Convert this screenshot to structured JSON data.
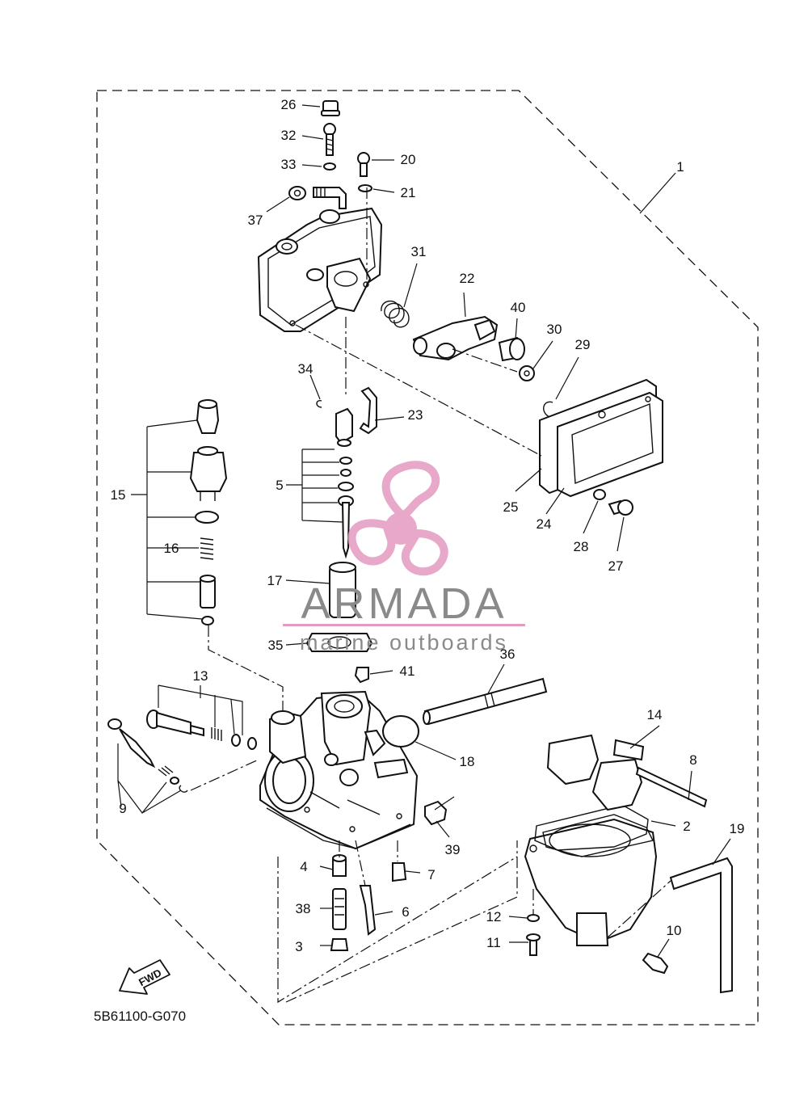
{
  "diagram_code": "5B61100-G070",
  "fwd_label": "FWD",
  "watermark": {
    "brand": "ARMADA",
    "tagline": "marine outboards",
    "accent_color": "#e59ac0",
    "text_color": "#8a8a8a"
  },
  "part_numbers": [
    "1",
    "2",
    "3",
    "4",
    "5",
    "6",
    "7",
    "8",
    "9",
    "10",
    "11",
    "12",
    "13",
    "14",
    "15",
    "16",
    "17",
    "18",
    "19",
    "20",
    "21",
    "22",
    "23",
    "24",
    "25",
    "26",
    "27",
    "28",
    "29",
    "30",
    "31",
    "32",
    "33",
    "34",
    "35",
    "36",
    "37",
    "38",
    "39",
    "40",
    "41"
  ],
  "icons": [
    "fwd-arrow-icon",
    "propeller-logo-icon"
  ]
}
